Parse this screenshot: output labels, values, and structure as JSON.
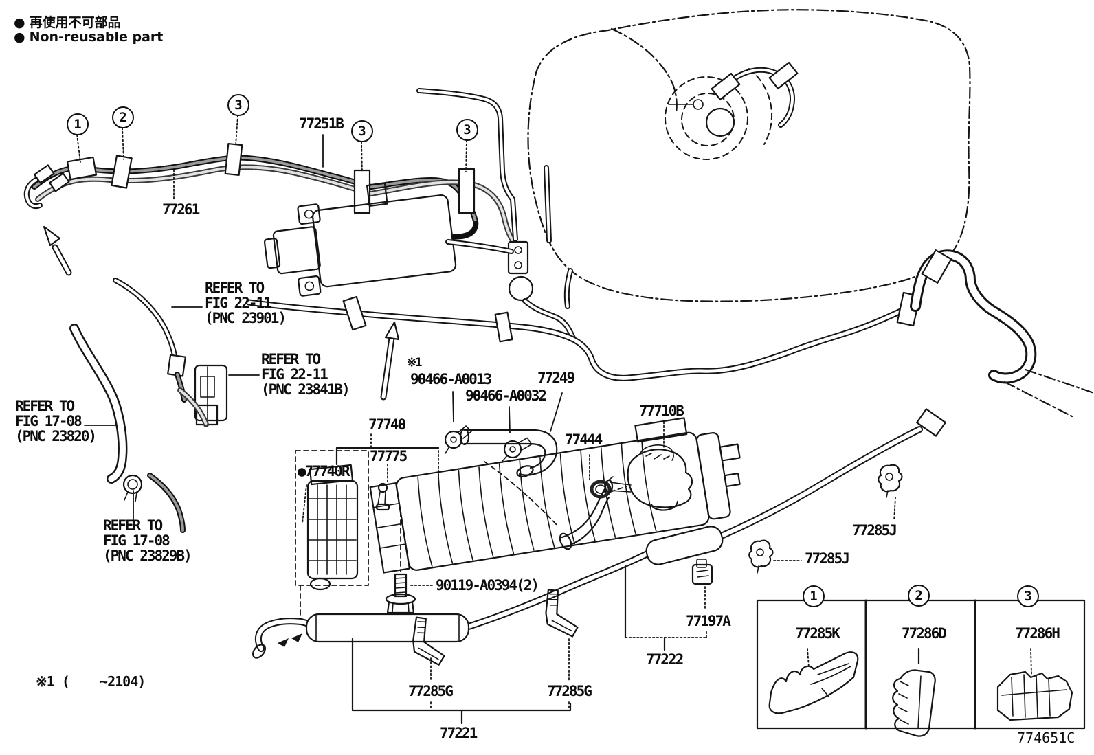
{
  "legend": {
    "bullet": "●",
    "jp": "再使用不可部品",
    "en": "Non-reusable part"
  },
  "footnote": "※1 (    ~2104)",
  "drawing_code": "774651C",
  "callouts": {
    "c1": "1",
    "c2": "2",
    "c3": "3"
  },
  "parts": {
    "p77251B": "77251B",
    "p77261": "77261",
    "p77740": "77740",
    "p77775": "77775",
    "p77740R_bullet": "●",
    "p77740R": "77740R",
    "note1": "※1",
    "p90466A0013": "90466-A0013",
    "p90466A0032": "90466-A0032",
    "p77249": "77249",
    "p77444": "77444",
    "p77710B": "77710B",
    "p77285J": "77285J",
    "p90119A0394": "90119-A0394(2)",
    "p77197A": "77197A",
    "p77222": "77222",
    "p77221": "77221",
    "p77285G": "77285G",
    "p77285K": "77285K",
    "p77286D": "77286D",
    "p77286H": "77286H"
  },
  "refer_notes": {
    "fig2211_23901": {
      "l1": "REFER TO",
      "l2": "FIG 22-11",
      "l3": "(PNC 23901)"
    },
    "fig2211_23841B": {
      "l1": "REFER TO",
      "l2": "FIG 22-11",
      "l3": "(PNC 23841B)"
    },
    "fig1708_23820": {
      "l1": "REFER TO",
      "l2": "FIG 17-08",
      "l3": "(PNC 23820)"
    },
    "fig1708_23829B": {
      "l1": "REFER TO",
      "l2": "FIG 17-08",
      "l3": "(PNC 23829B)"
    }
  }
}
